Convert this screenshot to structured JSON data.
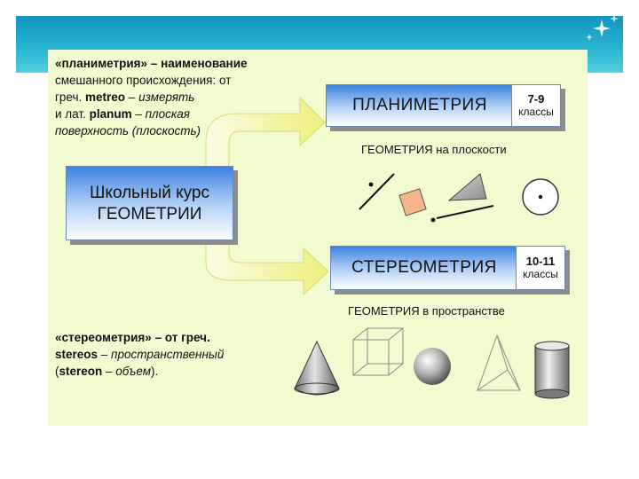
{
  "intro_plan": {
    "line1": "«планиметрия» – наименование",
    "line2": "смешанного происхождения: от",
    "line3_a": "греч. ",
    "line3_b": "metreo",
    "line3_c": " – ",
    "line3_d": "измерять",
    "line4_a": "и лат. ",
    "line4_b": "planum",
    "line4_c": " – ",
    "line4_d": "плоская",
    "line5": "поверхность (плоскость)"
  },
  "intro_stereo": {
    "line1": "«стереометрия» – от греч.",
    "line2_a": "stereos",
    "line2_b": " – ",
    "line2_c": "пространственный",
    "line3_a": "(",
    "line3_b": "stereon",
    "line3_c": " – ",
    "line3_d": "объем",
    "line3_e": ")."
  },
  "school_box": {
    "line1": "Школьный курс",
    "line2": "ГЕОМЕТРИИ"
  },
  "plan_box": {
    "title": "ПЛАНИМЕТРИЯ",
    "grade_num": "7-9",
    "grade_word": "классы"
  },
  "stereo_box": {
    "title": "СТЕРЕОМЕТРИЯ",
    "grade_num": "10-11",
    "grade_word": "классы"
  },
  "sub_plan": "ГЕОМЕТРИЯ на плоскости",
  "sub_stereo": "ГЕОМЕТРИЯ в пространстве",
  "colors": {
    "band": "#1f9fc7",
    "slide_bg": "#f1fbcf",
    "box_blue": "#3d82e0",
    "arrow_yellow": "#f2f28a",
    "square": "#f5b48a"
  }
}
